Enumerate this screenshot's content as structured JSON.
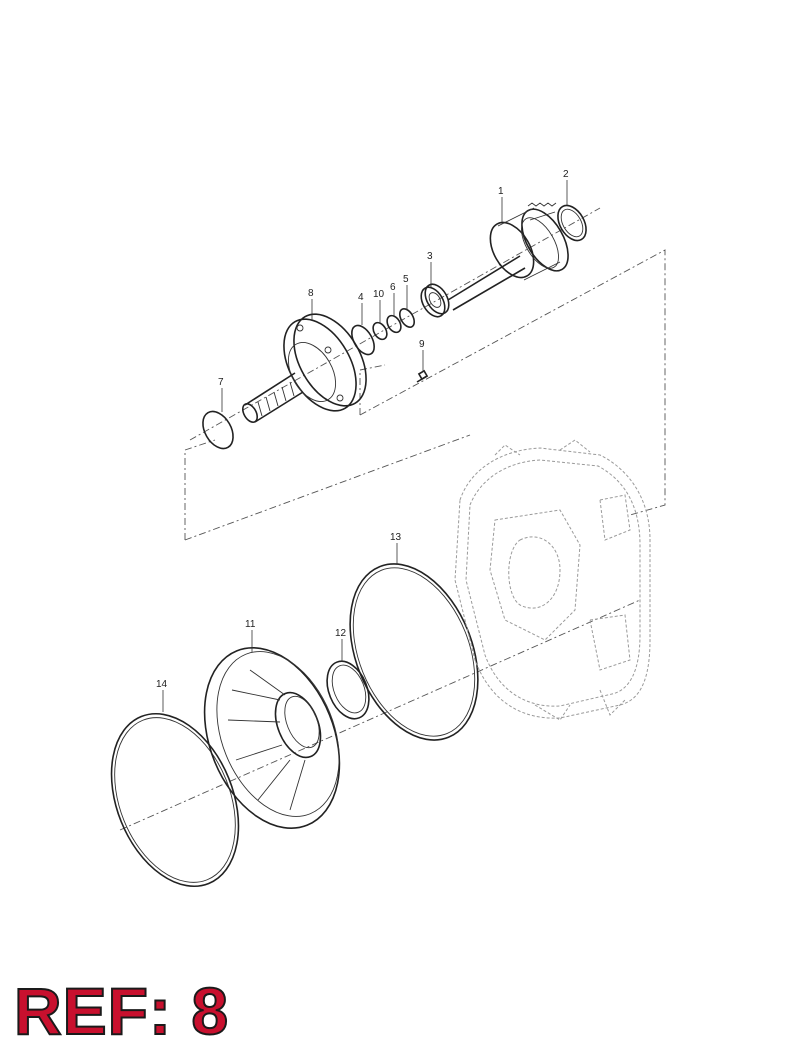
{
  "diagram": {
    "part_numbers": [
      "1",
      "2",
      "3",
      "4",
      "5",
      "6",
      "7",
      "8",
      "9",
      "10",
      "11",
      "12",
      "13",
      "14"
    ]
  },
  "ref_label": "REF: 8",
  "colors": {
    "ref_label": "#c8102e",
    "line": "#222222"
  }
}
